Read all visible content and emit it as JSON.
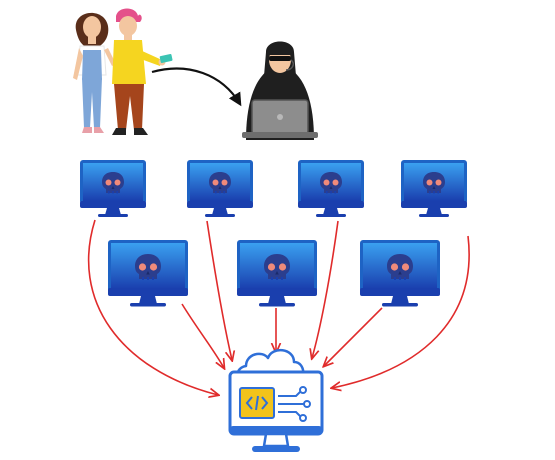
{
  "colors": {
    "background": "#ffffff",
    "monitor_frame": "#1e63c4",
    "monitor_screen_top": "#3aa0f0",
    "monitor_screen_bottom": "#1a3fae",
    "monitor_stand": "#1a3fae",
    "skull": "#2b3e8e",
    "skull_eyes": "#f08a7a",
    "arrow_red": "#e02b2b",
    "arrow_black": "#111111",
    "server_blue": "#2f6fd8",
    "server_yellow": "#f2c31b",
    "hacker_hoodie": "#1f1f1f",
    "laptop": "#8d8d8d"
  },
  "icons": {
    "people": "customers-paying-with-card-illustration",
    "hacker": "hooded-hacker-with-laptop-icon",
    "infected_pc": "infected-computer-skull-icon",
    "target": "cloud-server-with-code-monitor-icon"
  },
  "counts": {
    "infected_top_row": 4,
    "infected_second_row": 3
  }
}
